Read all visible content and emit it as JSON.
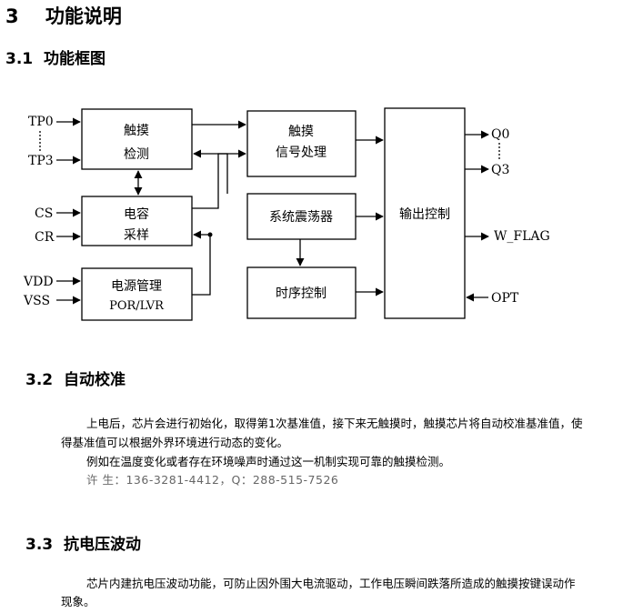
{
  "headings": {
    "h1": "3    功能说明",
    "h2": "3.1  功能框图",
    "h3_calibration": "3.2  自动校准",
    "h3_voltage": "3.3  抗电压波动"
  },
  "diagram": {
    "inputs": {
      "tp0": "TP0",
      "tp3": "TP3",
      "cs": "CS",
      "cr": "CR",
      "vdd": "VDD",
      "vss": "VSS"
    },
    "outputs": {
      "q0": "Q0",
      "q3": "Q3",
      "w_flag": "W_FLAG",
      "opt": "OPT"
    },
    "blocks": {
      "touch_detect": [
        "触摸",
        "检测"
      ],
      "cap_sample": [
        "电容",
        "采样"
      ],
      "power_mgmt": [
        "电源管理",
        "POR/LVR"
      ],
      "signal_proc": [
        "触摸",
        "信号处理"
      ],
      "oscillator": "系统震荡器",
      "timing_ctrl": "时序控制",
      "output_ctrl": "输出控制"
    }
  },
  "sections": {
    "calibration": {
      "line1": "上电后，芯片会进行初始化，取得第1次基准值，接下来无触摸时，触摸芯片将自动校准基准值，使",
      "line2": "得基准值可以根据外界环境进行动态的变化。",
      "line3": "例如在温度变化或者存在环境噪声时通过这一机制实现可靠的触摸检测。",
      "contact": "许 生：136-3281-4412，Q：288-515-7526"
    },
    "voltage": {
      "line1": "芯片内建抗电压波动功能，可防止因外围大电流驱动，工作电压瞬间跌落所造成的触摸按键误动作",
      "line2": "现象。"
    }
  }
}
